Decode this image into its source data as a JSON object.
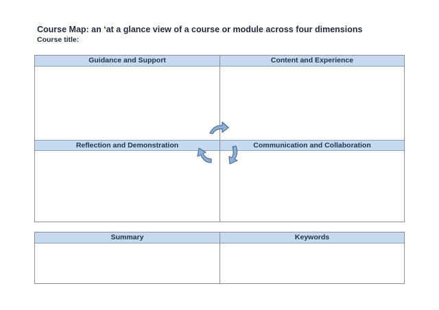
{
  "header": {
    "title": "Course Map: an ‘at a glance view of a course or module across four dimensions",
    "course_title_label": "Course title:"
  },
  "quadrants": {
    "top_left": "Guidance and Support",
    "top_right": "Content and Experience",
    "bottom_left": "Reflection and Demonstration",
    "bottom_right": "Communication and Collaboration"
  },
  "bottom": {
    "left": "Summary",
    "right": "Keywords"
  },
  "colors": {
    "header_fill": "#c6d9ee",
    "arrow_fill": "#8fb0d4",
    "arrow_stroke": "#4a6f99",
    "border": "#8a8f96"
  },
  "icons": [
    "cycle-arrow-icon",
    "cycle-arrow-icon",
    "cycle-arrow-icon"
  ]
}
